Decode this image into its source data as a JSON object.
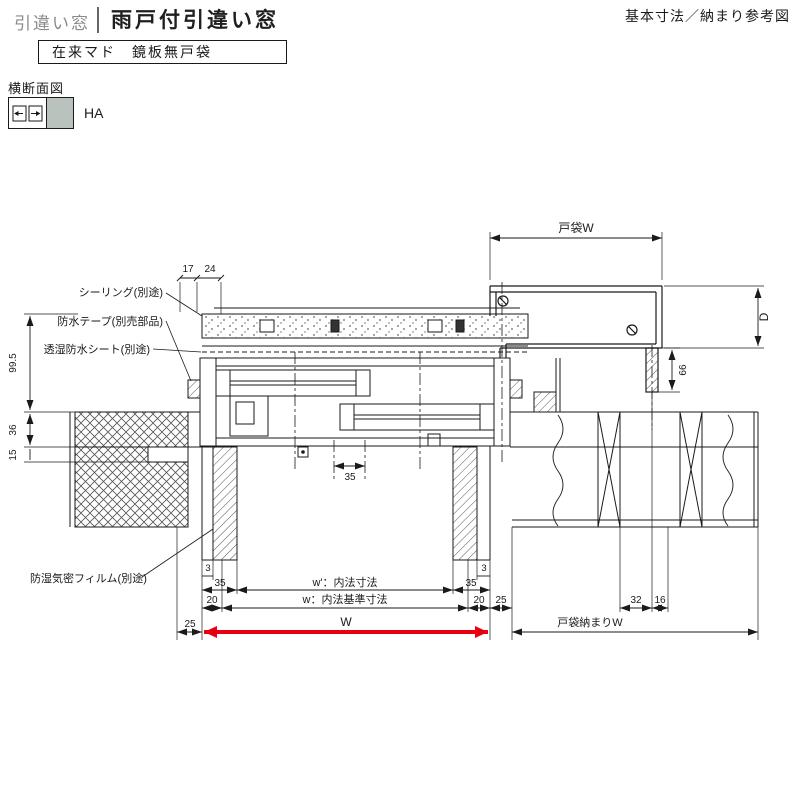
{
  "header": {
    "category": "引違い窓",
    "title": "雨戸付引違い窓",
    "reference": "基本寸法／納まり参考図"
  },
  "subheader": {
    "variant": "在来マド　鏡板無戸袋"
  },
  "section": {
    "label": "横断面図",
    "legend_code": "HA"
  },
  "callouts": {
    "sealing": "シーリング(別途)",
    "waterproof_tape": "防水テープ(別売部品)",
    "breathable_sheet": "透湿防水シート(別途)",
    "moisture_film": "防湿気密フィルム(別途)"
  },
  "dims": {
    "a17": "17",
    "a24": "24",
    "h99": "99.5",
    "h36": "36",
    "h15": "15",
    "tobukuroW": "戸袋W",
    "depthD": "D",
    "drop66": "66",
    "mid35": "35",
    "left35": "35",
    "right35": "35",
    "left3": "3",
    "right3": "3",
    "w_inner": "w'：内法寸法",
    "left20": "20",
    "right20": "20",
    "right25": "25",
    "w_base": "w：内法基準寸法",
    "rail32": "32",
    "rail16": "16",
    "off25": "25",
    "bigW": "W",
    "tobukuroFitW": "戸袋納まりW"
  },
  "colors": {
    "accent_red": "#e60012",
    "legend_gray": "#b9c2bd",
    "category_gray": "#8a8a8a"
  }
}
